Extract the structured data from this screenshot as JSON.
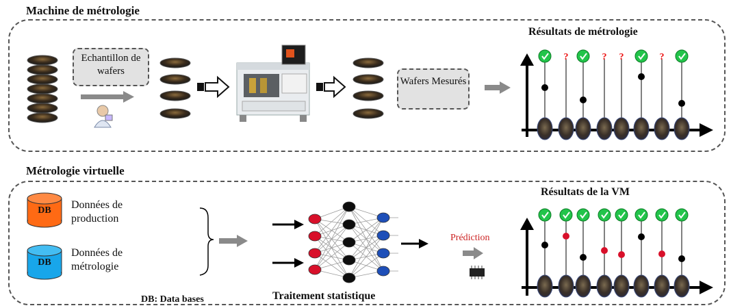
{
  "metrology": {
    "title": "Machine de métrologie",
    "sample_label": "Echantillon de wafers",
    "measured_label": "Wafers Mesurés",
    "results_title": "Résultats de métrologie"
  },
  "virtual": {
    "title": "Métrologie virtuelle",
    "db_tag": "DB",
    "production_db_label": "Données de production",
    "metrology_db_label": "Données de métrologie",
    "db_legend": "DB: Data bases",
    "processing_label": "Traitement statistique",
    "prediction_label": "Prédiction",
    "results_title": "Résultats de la VM"
  },
  "colors": {
    "production_db": "#ff6a14",
    "metrology_db": "#18a6ea",
    "check_marker": "#22c44a",
    "question_marker": "#ee1111",
    "input_neuron": "#d8102a",
    "hidden_neuron": "#0d0d0d",
    "output_neuron": "#1e4fb8"
  },
  "results_top": [
    {
      "marker": "check",
      "measured": true
    },
    {
      "marker": "question",
      "measured": false
    },
    {
      "marker": "check",
      "measured": true
    },
    {
      "marker": "question",
      "measured": false
    },
    {
      "marker": "question",
      "measured": false
    },
    {
      "marker": "check",
      "measured": true
    },
    {
      "marker": "question",
      "measured": false
    },
    {
      "marker": "check",
      "measured": true
    }
  ],
  "results_vm": [
    {
      "marker": "check",
      "kind": "measured"
    },
    {
      "marker": "check",
      "kind": "predicted"
    },
    {
      "marker": "check",
      "kind": "measured"
    },
    {
      "marker": "check",
      "kind": "predicted"
    },
    {
      "marker": "check",
      "kind": "predicted"
    },
    {
      "marker": "check",
      "kind": "measured"
    },
    {
      "marker": "check",
      "kind": "predicted"
    },
    {
      "marker": "check",
      "kind": "measured"
    }
  ],
  "icons": {
    "wafer": "wafer-icon",
    "operator": "operator-icon",
    "machine": "metrology-machine-icon",
    "chip": "chip-icon",
    "network": "neural-network-icon"
  }
}
